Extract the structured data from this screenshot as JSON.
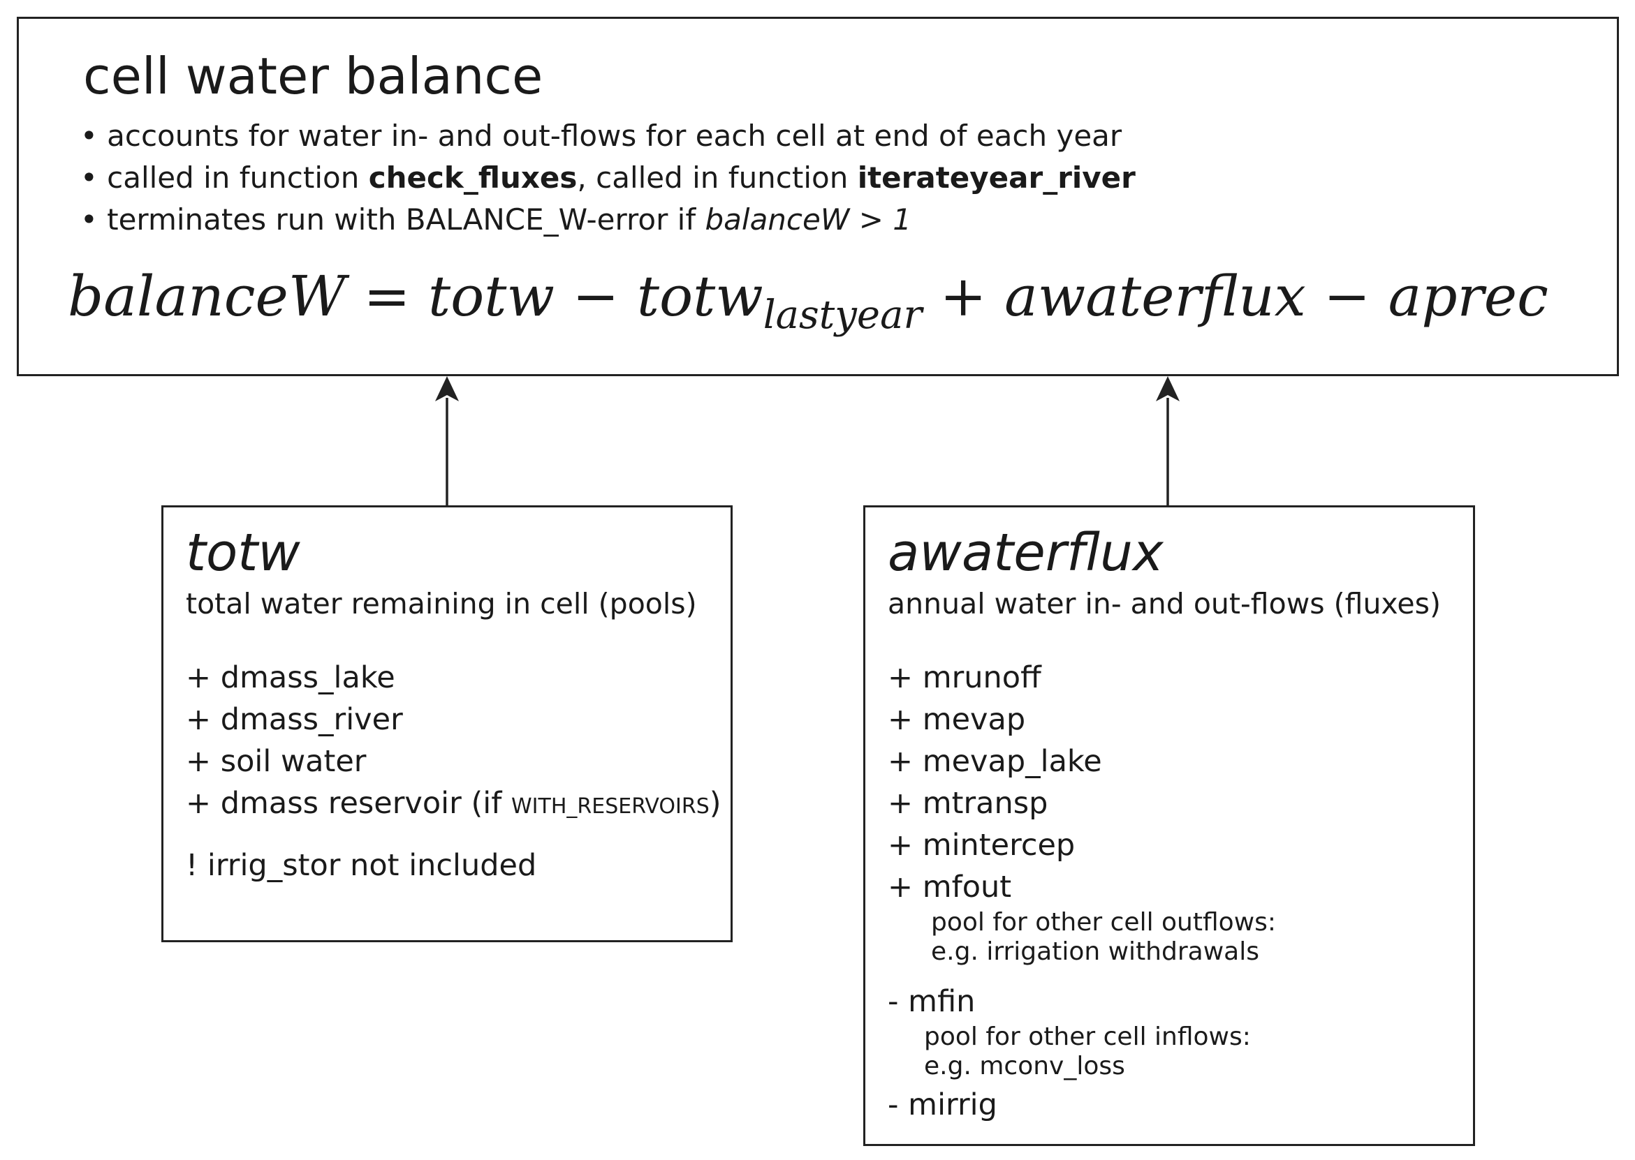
{
  "top": {
    "title": "cell water balance",
    "bullets": [
      {
        "prefix": "• accounts for water in- and out-flows for each cell at end of each year",
        "bold1": "",
        "mid": "",
        "bold2": "",
        "tail": ""
      },
      {
        "prefix": "• called in function ",
        "bold1": "check_fluxes",
        "mid": ", called in function ",
        "bold2": "iterateyear_river",
        "tail": ""
      },
      {
        "prefix": "• terminates run with BALANCE_W-error if ",
        "bold1": "",
        "mid": "",
        "bold2": "",
        "tail": "balanceW > 1"
      }
    ],
    "equation": {
      "lhs": "balanceW",
      "eq": " = ",
      "t1": "totw",
      "op1": " − ",
      "t2": "totw",
      "t2_sub": "lastyear",
      "op2": " + ",
      "t3": "awaterflux",
      "op3": " − ",
      "t4": "aprec"
    }
  },
  "totw": {
    "title": "totw",
    "subtitle": "total water remaining in cell (pools)",
    "items": [
      "+ dmass_lake",
      "+ dmass_river",
      "+ soil water"
    ],
    "reservoir_item": "+ dmass reservoir (if ",
    "reservoir_flag": "WITH_RESERVOIRS",
    "reservoir_close": ")",
    "note": "! irrig_stor not included"
  },
  "awaterflux": {
    "title": "awaterflux",
    "subtitle": "annual water in- and out-flows (fluxes)",
    "items": [
      "+ mrunoff",
      "+ mevap",
      "+ mevap_lake",
      "+ mtransp",
      "+ mintercep",
      "+ mfout"
    ],
    "mfout_note_1": "pool for other cell outflows:",
    "mfout_note_2": "e.g. irrigation withdrawals",
    "mfin": "- mfin",
    "mfin_note_1": "pool for other cell inflows:",
    "mfin_note_2": "e.g. mconv_loss",
    "mirrig": "- mirrig"
  }
}
